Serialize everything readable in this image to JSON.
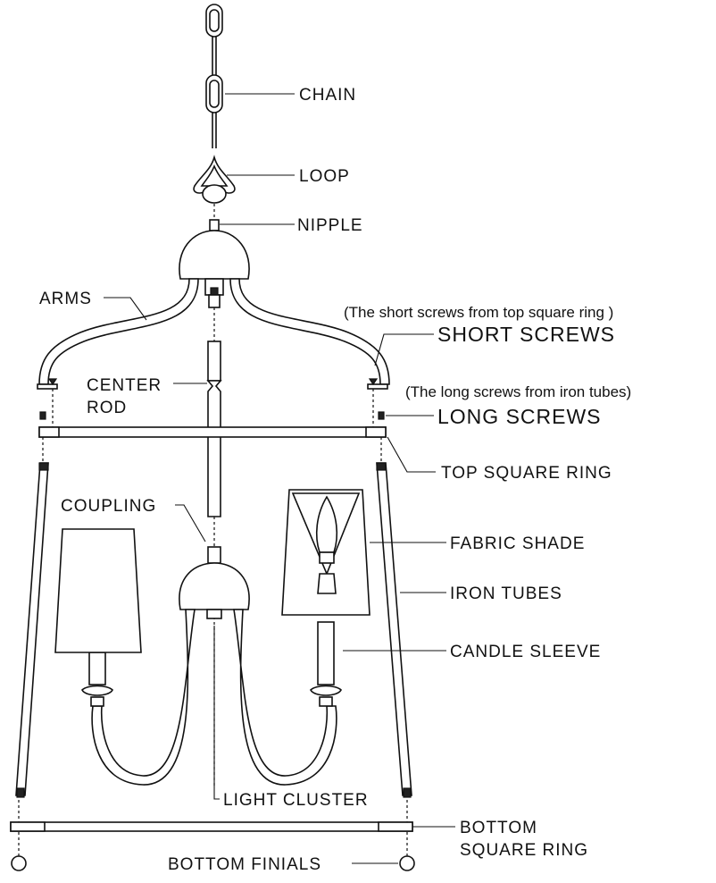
{
  "labels": {
    "chain": "CHAIN",
    "loop": "LOOP",
    "nipple": "NIPPLE",
    "arms": "ARMS",
    "short_screws_note": "(The short screws from top square ring )",
    "short_screws": "SHORT SCREWS",
    "center_rod_line1": "CENTER",
    "center_rod_line2": "ROD",
    "long_screws_note": "(The long screws from iron tubes)",
    "long_screws": "LONG SCREWS",
    "top_square_ring": "TOP SQUARE RING",
    "coupling": "COUPLING",
    "fabric_shade": "FABRIC  SHADE",
    "iron_tubes": "IRON TUBES",
    "candle_sleeve": "CANDLE SLEEVE",
    "light_cluster": "LIGHT CLUSTER",
    "bottom_square_ring_line1": "BOTTOM",
    "bottom_square_ring_line2": "SQUARE RING",
    "bottom_finials": "BOTTOM FINIALS"
  },
  "colors": {
    "line": "#111111",
    "background": "#ffffff"
  }
}
